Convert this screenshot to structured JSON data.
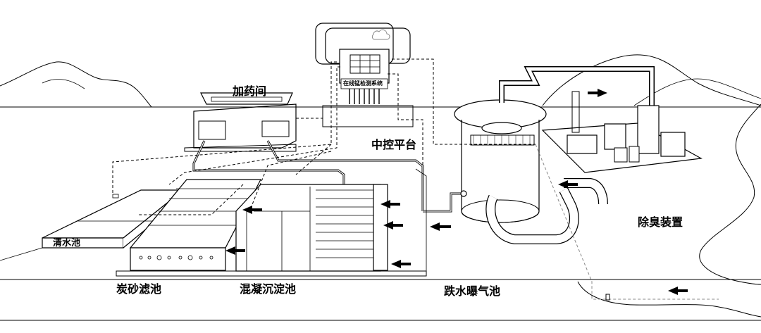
{
  "labels": {
    "dosing_room": "加药间",
    "online_monitor": "在线锰检测系统",
    "control_platform": "中控平台",
    "deodorization": "除臭装置",
    "clear_water_tank": "清水池",
    "carbon_sand_filter": "炭砂滤池",
    "coagulation_sedimentation": "混凝沉淀池",
    "aeration_tank": "跌水曝气池"
  },
  "colors": {
    "line": "#000000",
    "background": "#ffffff",
    "cloud": "#888888"
  },
  "icons": {
    "cloud": "cloud-icon",
    "flow_arrow": "arrow-icon",
    "monitor": "monitor-screen-icon"
  }
}
